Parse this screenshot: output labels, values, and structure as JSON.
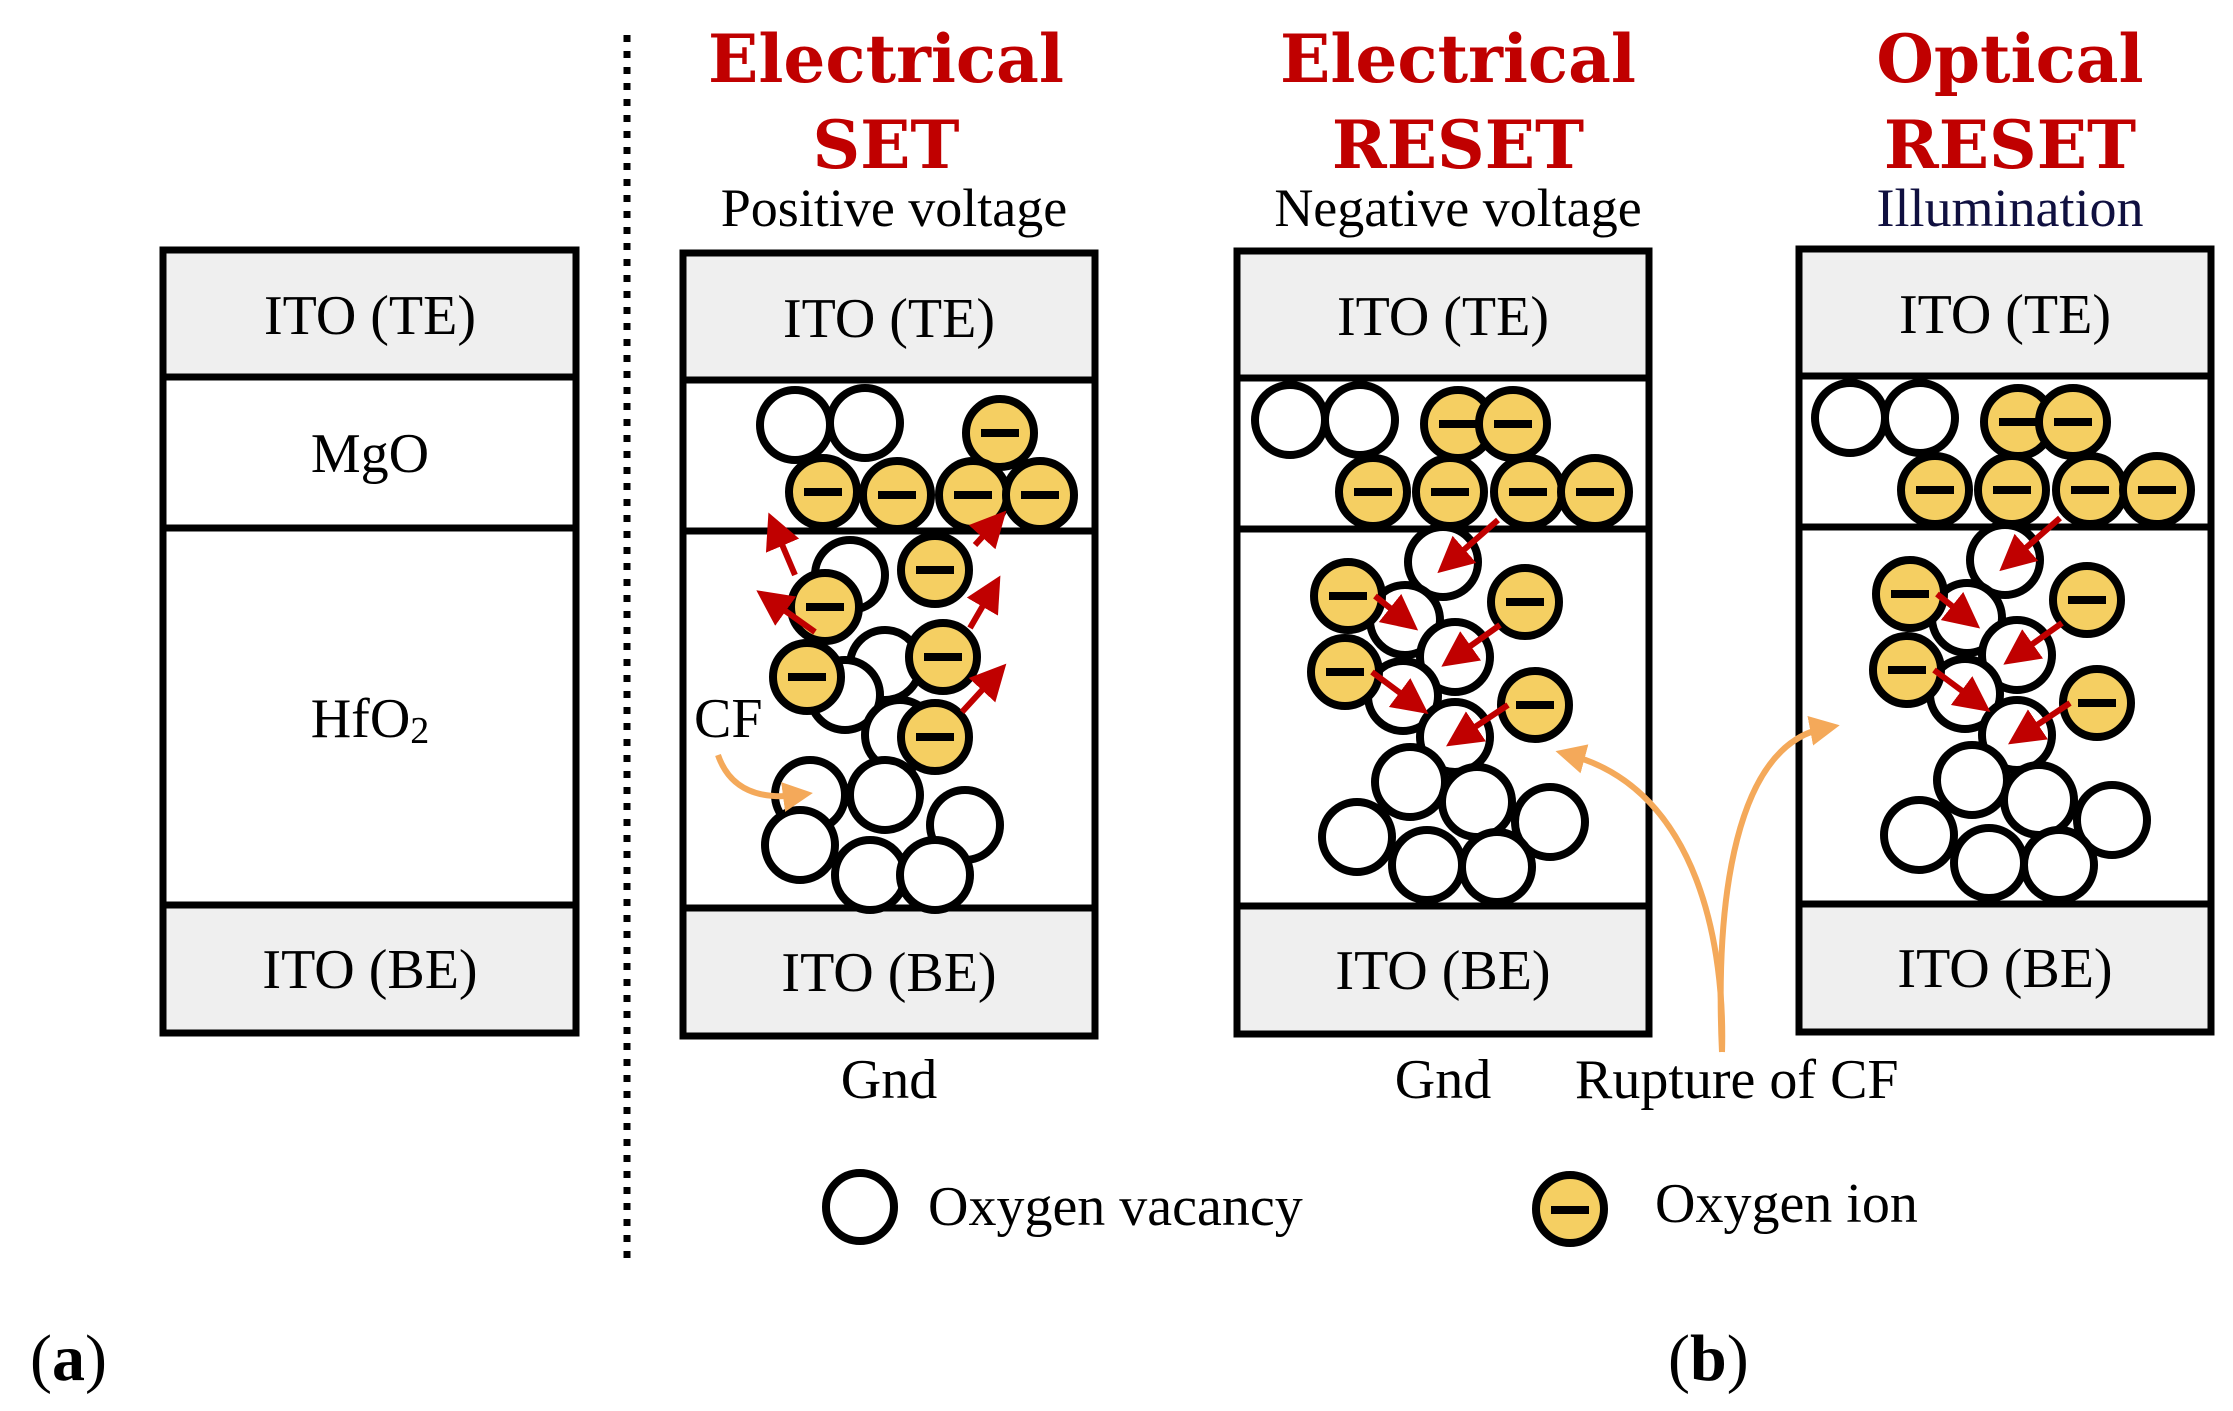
{
  "colors": {
    "title_red": "#c00000",
    "subtitle_navy": "#101040",
    "layer_gray": "#efefef",
    "ion_fill": "#f5cf62",
    "arrow_red": "#c00000",
    "pointer_orange": "#f4a95a"
  },
  "panel_a": {
    "label_open": "(",
    "label_letter": "a",
    "label_close": ")",
    "te": "ITO (TE)",
    "mgo": "MgO",
    "hfo": "HfO",
    "hfo_sub": "2",
    "be": "ITO (BE)"
  },
  "panel_b": {
    "label_open": "(",
    "label_letter": "b",
    "label_close": ")",
    "devices": [
      {
        "title_line1": "Electrical",
        "title_line2": "SET",
        "subtitle": "Positive voltage",
        "te": "ITO (TE)",
        "be": "ITO (BE)",
        "bottom": "Gnd"
      },
      {
        "title_line1": "Electrical",
        "title_line2": "RESET",
        "subtitle": "Negative voltage",
        "te": "ITO (TE)",
        "be": "ITO (BE)",
        "bottom": "Gnd"
      },
      {
        "title_line1": "Optical",
        "title_line2": "RESET",
        "subtitle": "Illumination",
        "te": "ITO (TE)",
        "be": "ITO (BE)",
        "bottom": ""
      }
    ],
    "cf_label": "CF",
    "rupture_label": "Rupture of CF",
    "legend": {
      "vacancy_label": "Oxygen vacancy",
      "vacancy_icon": "open-circle",
      "ion_label": "Oxygen ion",
      "ion_icon": "yellow-circle-minus"
    }
  }
}
